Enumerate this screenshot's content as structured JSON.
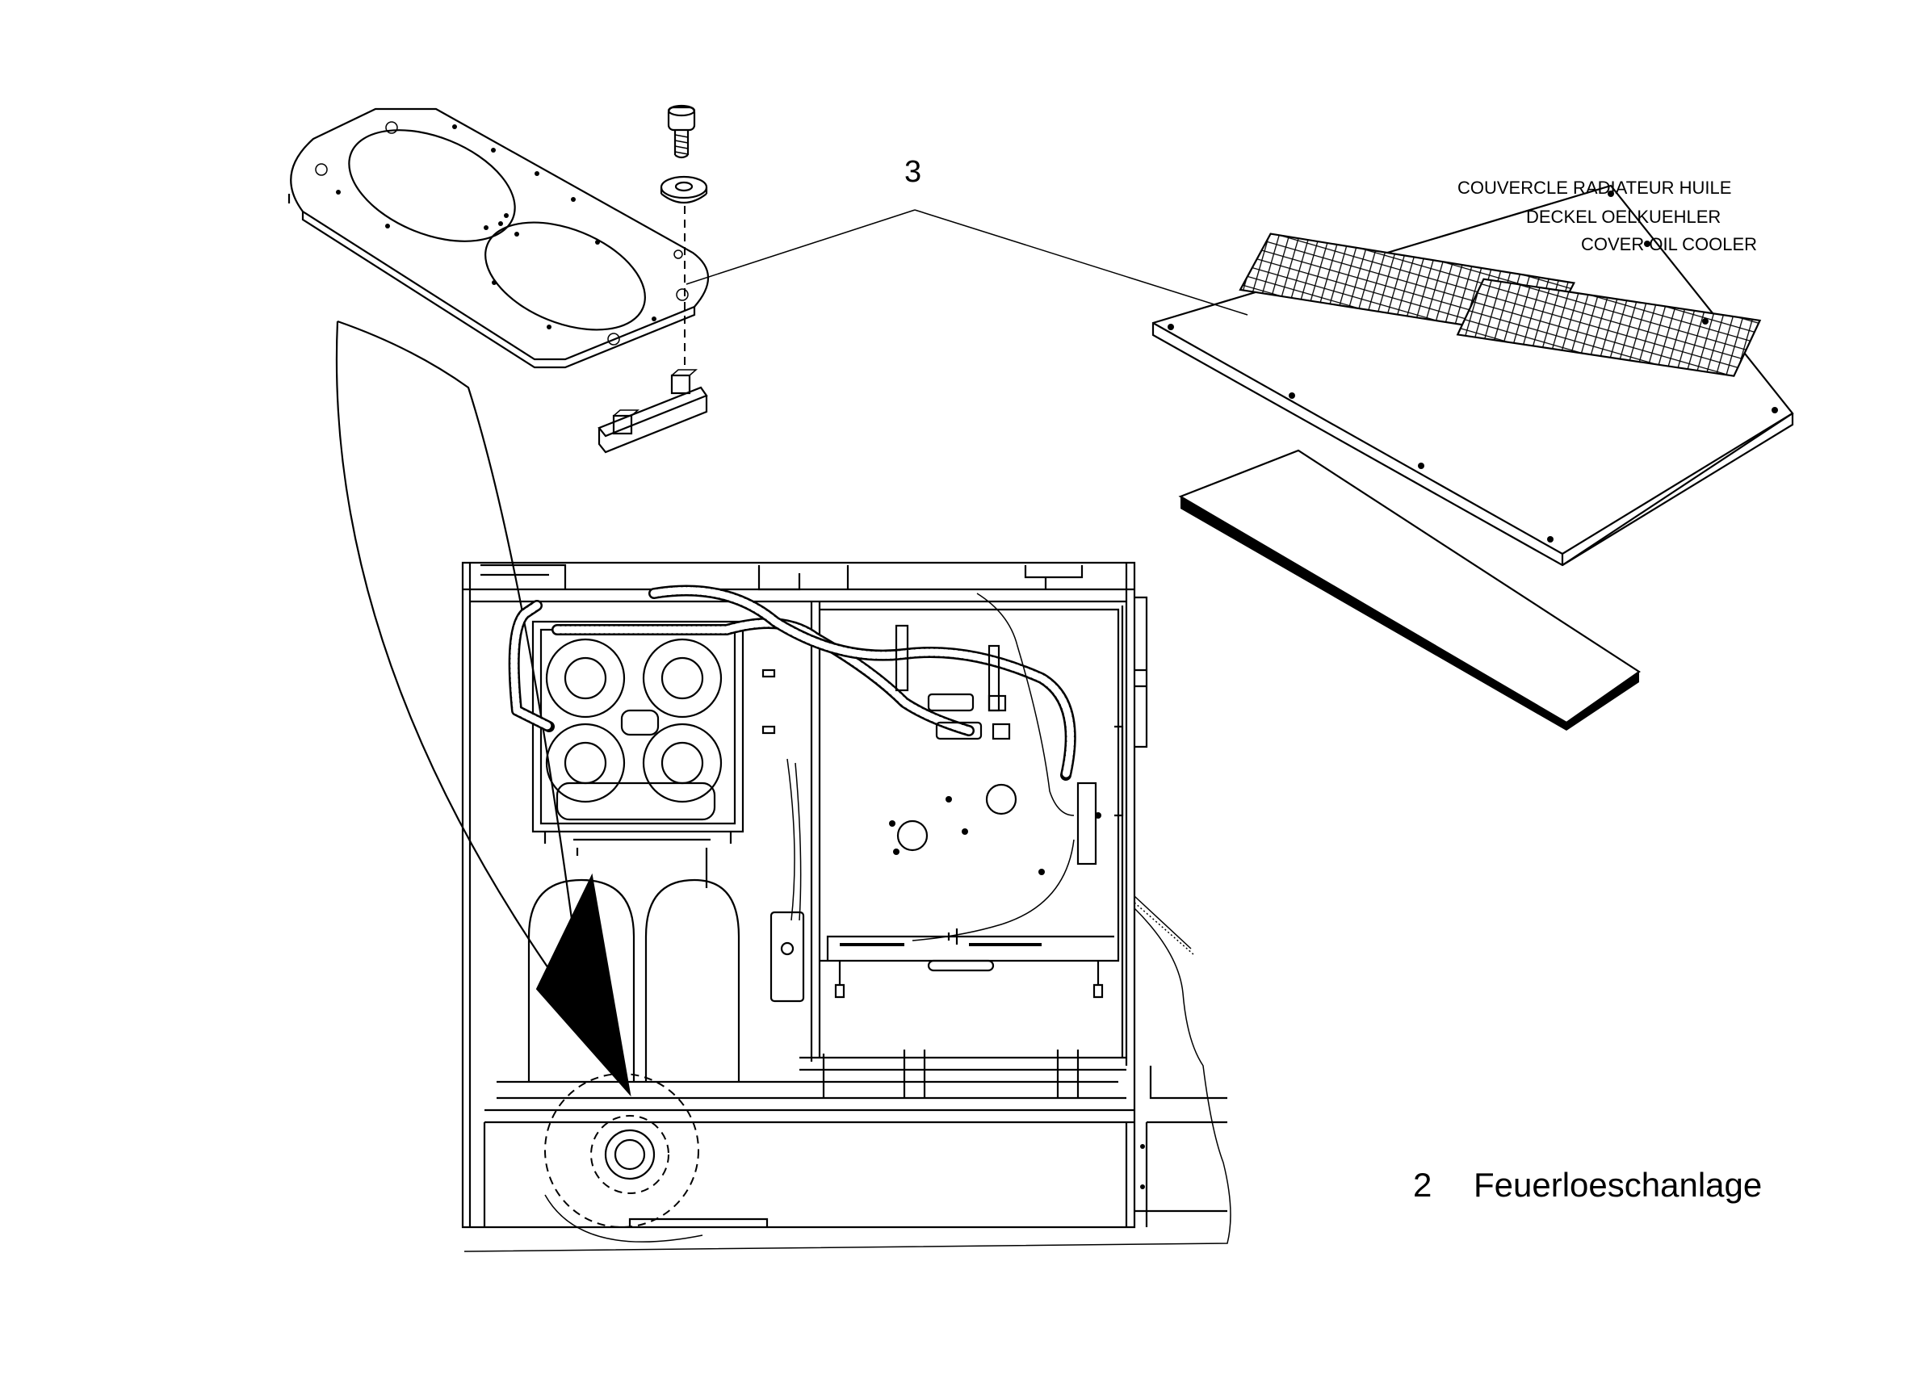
{
  "labels": {
    "item3_number": "3",
    "cover_fr": "COUVERCLE RADIATEUR HUILE",
    "cover_de": "DECKEL OELKUEHLER",
    "cover_en": "COVER OIL COOLER",
    "item2_number": "2",
    "item2_name": "Feuerloeschanlage"
  },
  "colors": {
    "line": "#000000",
    "background": "#ffffff"
  },
  "icons": {
    "pointer": "solid-triangle-arrow"
  }
}
